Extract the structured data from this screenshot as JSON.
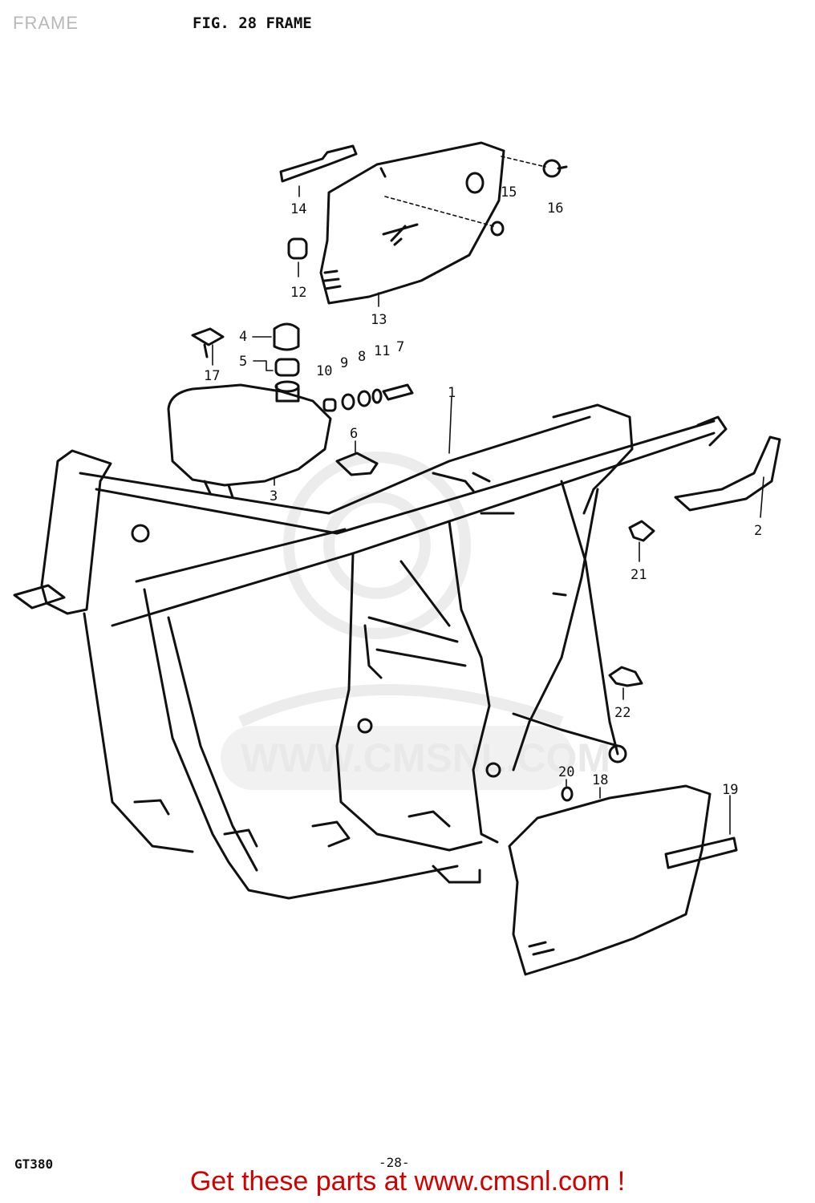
{
  "header": {
    "section_title": "FRAME",
    "figure_title": "FIG. 28 FRAME"
  },
  "diagram": {
    "callouts": [
      "1",
      "2",
      "3",
      "4",
      "5",
      "6",
      "7",
      "8",
      "9",
      "10",
      "11",
      "12",
      "13",
      "14",
      "15",
      "16",
      "17",
      "18",
      "19",
      "20",
      "21",
      "22"
    ],
    "watermark": "WWW.CMSNL.COM"
  },
  "footer": {
    "model_code": "GT380",
    "page_number": "-28-",
    "link_text": "Get these parts at www.cmsnl.com !"
  },
  "colors": {
    "line": "#111111",
    "footer_link": "#d40000",
    "watermark": "#e9e9e9",
    "section_title": "#b8b8b8"
  }
}
